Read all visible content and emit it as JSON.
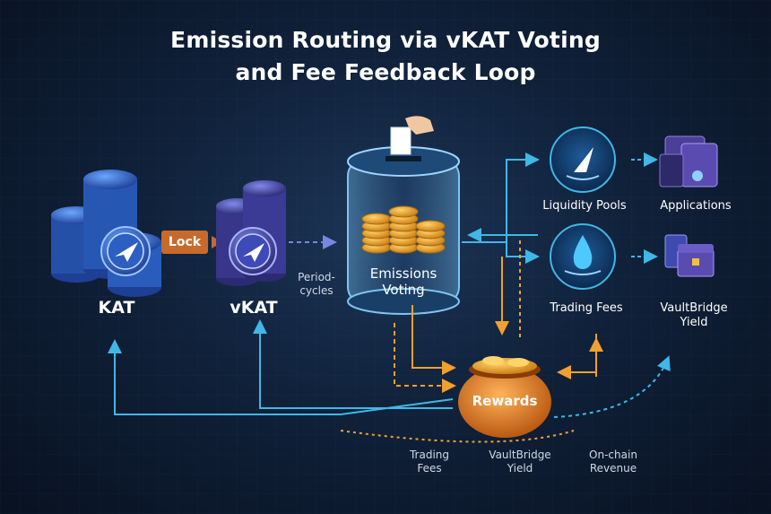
{
  "title": {
    "line1": "Emission Routing via vKAT Voting",
    "line2": "and Fee Feedback Loop"
  },
  "tokens": {
    "kat": "KAT",
    "vkat": "vKAT",
    "lock": "Lock",
    "periodic_cycles": "Period-\ncycles"
  },
  "voting": {
    "line1": "Emissions",
    "line2": "Voting"
  },
  "destinations": {
    "liquidity_pools": "Liquidity Pools",
    "applications": "Applications",
    "trading_fees": "Trading Fees",
    "vaultbridge_yield": "VaultBridge\nYield"
  },
  "rewards": "Rewards",
  "feedback": {
    "trading_fees": "Trading\nFees",
    "vaultbridge_yield": "VaultBridge\nYield",
    "onchain_revenue": "On-chain\nRevenue"
  },
  "colors": {
    "accent_blue": "#3fb8e8",
    "orange": "#f0a030",
    "coin_blue": "#2b5cb8",
    "coin_purple": "#3b3a8e",
    "gold": "#e8a21f"
  },
  "icons": [
    "paper-plane-icon",
    "ballot-hand-icon",
    "coin-stack-icon",
    "liquidity-icon",
    "water-drop-icon",
    "app-screens-icon",
    "vault-chest-icon",
    "reward-pot-icon"
  ]
}
